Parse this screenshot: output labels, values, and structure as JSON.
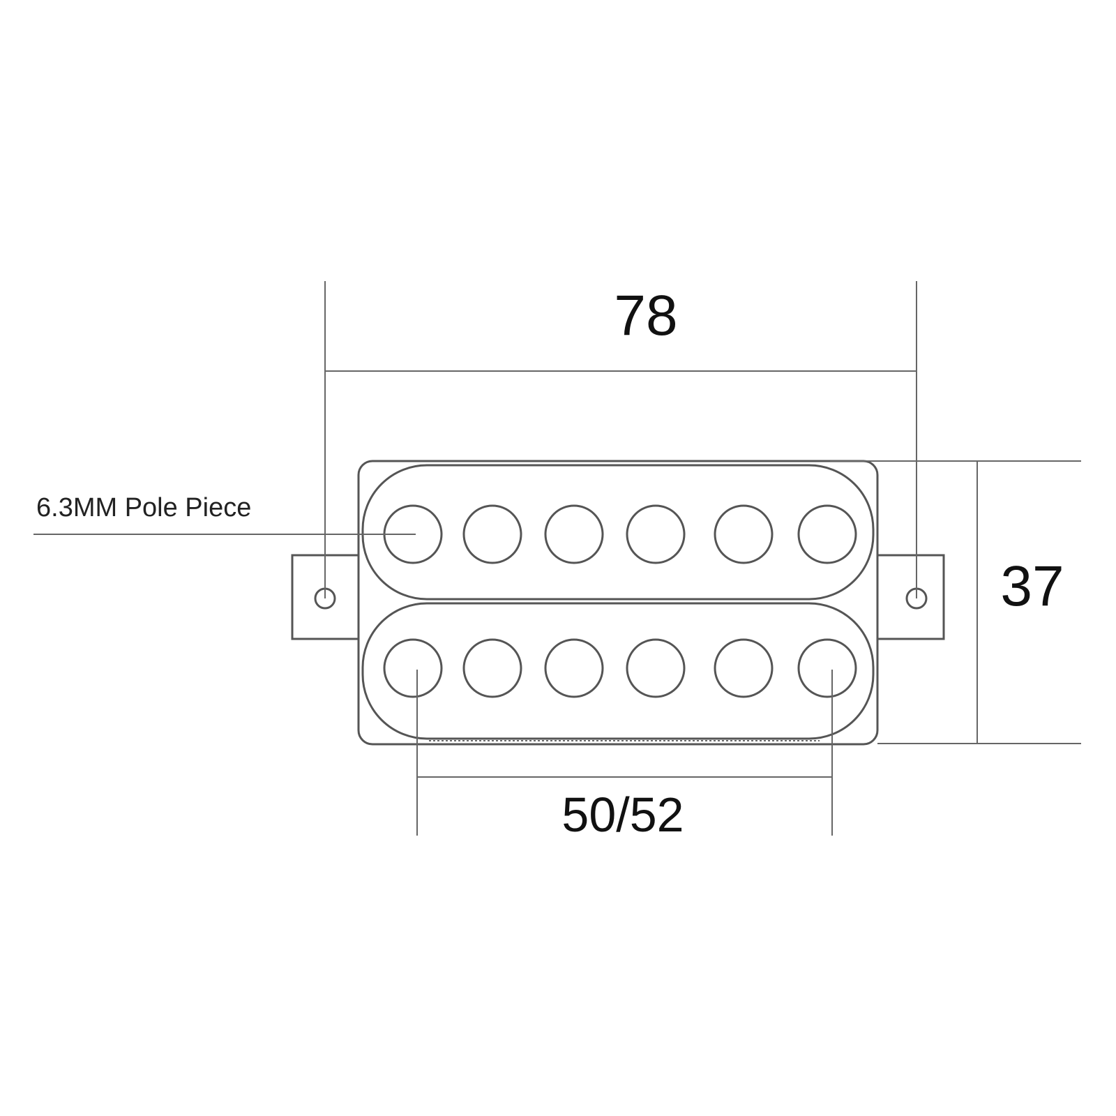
{
  "dimensions": {
    "width": "78",
    "height": "37",
    "pole_spacing": "50/52"
  },
  "callout": {
    "pole_piece_label": "6.3MM Pole Piece"
  },
  "pickup": {
    "coils": 2,
    "poles_per_coil": 6,
    "mounting_tabs": 2
  },
  "colors": {
    "line": "#555555",
    "text": "#111111",
    "background": "#ffffff"
  }
}
